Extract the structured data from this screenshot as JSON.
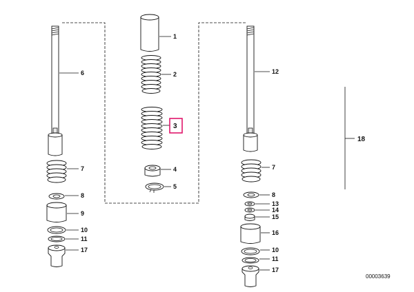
{
  "diagram": {
    "catalog_number": "00003639",
    "highlight_color": "#e0156b",
    "center_group": {
      "labels": [
        "1",
        "2",
        "3",
        "4",
        "5"
      ],
      "highlighted": "3"
    },
    "left_group": {
      "labels": [
        "6",
        "7",
        "8",
        "9",
        "10",
        "11",
        "17"
      ]
    },
    "right_group": {
      "labels": [
        "12",
        "7",
        "8",
        "13",
        "14",
        "15",
        "16",
        "10",
        "11",
        "17"
      ]
    },
    "assembly_label": "18"
  }
}
